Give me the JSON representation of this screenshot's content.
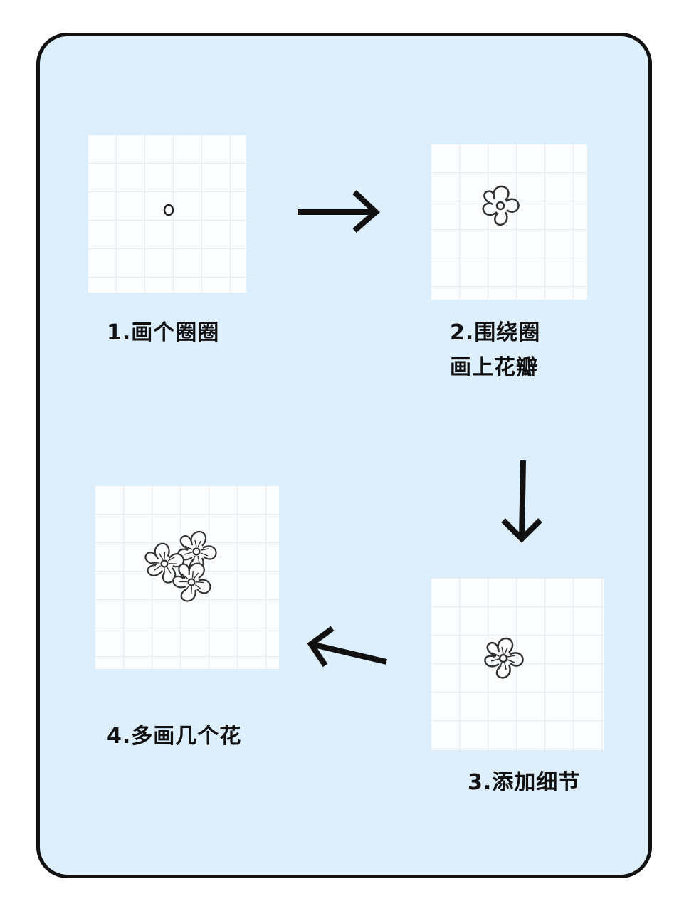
{
  "colors": {
    "card_background": "#ddeefd",
    "card_border": "#111111",
    "panel_background": "#fbfdff",
    "grid_line": "#bedcf5",
    "ink": "#111111"
  },
  "steps": [
    {
      "number": "1",
      "label": "1.画个圈圈",
      "illustration": "small-circle"
    },
    {
      "number": "2",
      "label_line1": "2.围绕圈",
      "label_line2": "画上花瓣",
      "illustration": "five-petal-flower-outline"
    },
    {
      "number": "3",
      "label": "3.添加细节",
      "illustration": "five-petal-flower-with-detail-lines"
    },
    {
      "number": "4",
      "label": "4.多画几个花",
      "illustration": "cluster-of-three-flowers"
    }
  ],
  "arrows": [
    {
      "from": "1",
      "to": "2",
      "direction": "right"
    },
    {
      "from": "2",
      "to": "3",
      "direction": "down"
    },
    {
      "from": "3",
      "to": "4",
      "direction": "left"
    }
  ]
}
